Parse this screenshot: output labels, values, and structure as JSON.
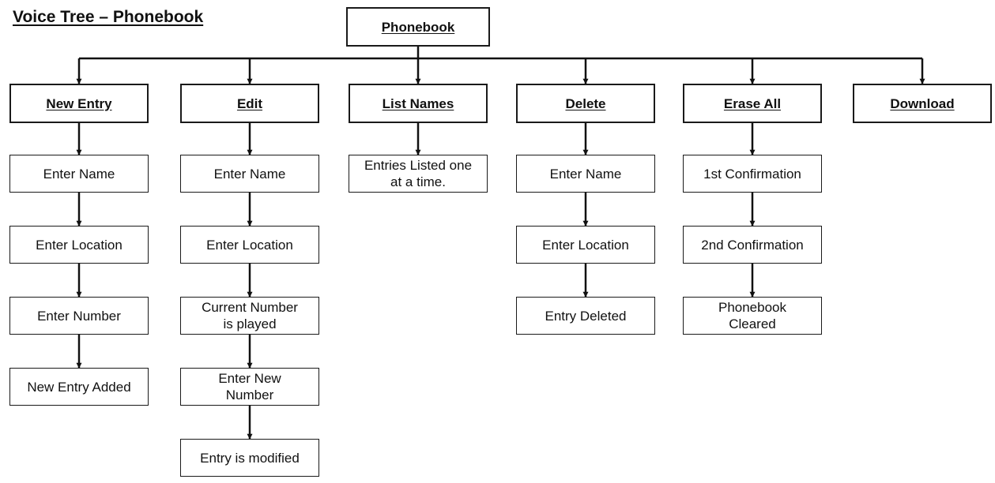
{
  "title": "Voice Tree – Phonebook",
  "root": "Phonebook",
  "branches": [
    {
      "id": "new-entry",
      "label": "New Entry",
      "steps": [
        "Enter Name",
        "Enter Location",
        "Enter Number",
        "New Entry Added"
      ]
    },
    {
      "id": "edit",
      "label": "Edit",
      "steps": [
        "Enter Name",
        "Enter Location",
        "Current Number\nis played",
        "Enter New\nNumber",
        "Entry is modified"
      ]
    },
    {
      "id": "list-names",
      "label": "List Names",
      "steps": [
        "Entries Listed one\nat a time."
      ]
    },
    {
      "id": "delete",
      "label": "Delete",
      "steps": [
        "Enter Name",
        "Enter Location",
        "Entry Deleted"
      ]
    },
    {
      "id": "erase-all",
      "label": "Erase All",
      "steps": [
        "1st Confirmation",
        "2nd Confirmation",
        "Phonebook\nCleared"
      ]
    },
    {
      "id": "download",
      "label": "Download",
      "steps": []
    }
  ]
}
